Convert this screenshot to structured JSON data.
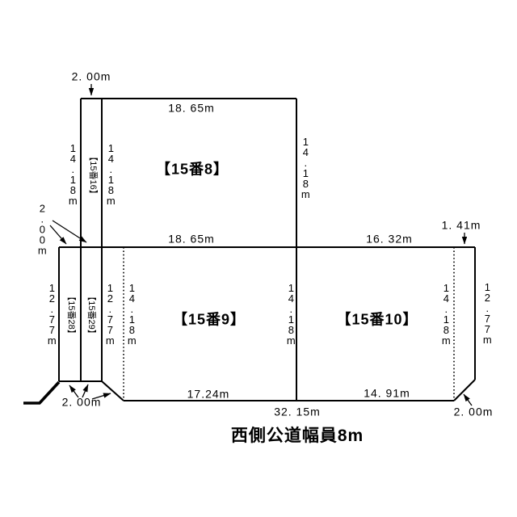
{
  "diagram": {
    "road_note": "西側公道幅員8m",
    "parcels": {
      "p8": "【15番8】",
      "p9": "【15番9】",
      "p10": "【15番10】",
      "strip16": "【15番16】",
      "strip28": "【15番28】",
      "strip29": "【15番29】"
    },
    "dims": {
      "top_setback": "2. 00m",
      "p8_top": "18. 65m",
      "p8_left_outer": "14.18m",
      "p8_left_inner": "14.18m",
      "p8_right": "14.18m",
      "p9_top": "18. 65m",
      "p10_top": "16. 32m",
      "right_notch": "1. 41m",
      "mid_setback": "2.00m",
      "lower_left_outer": "12.77m",
      "lower_left_inner": "12.77m",
      "p9_left": "14.18m",
      "p9_right": "14.18m",
      "p9_bottom": "17.24m",
      "p10_right": "14.18m",
      "lower_right_outer": "12.77m",
      "p10_bottom": "14. 91m",
      "bottom_total": "32. 15m",
      "bottom_left_setback": "2. 00m",
      "bottom_right_setback": "2. 00m"
    }
  }
}
